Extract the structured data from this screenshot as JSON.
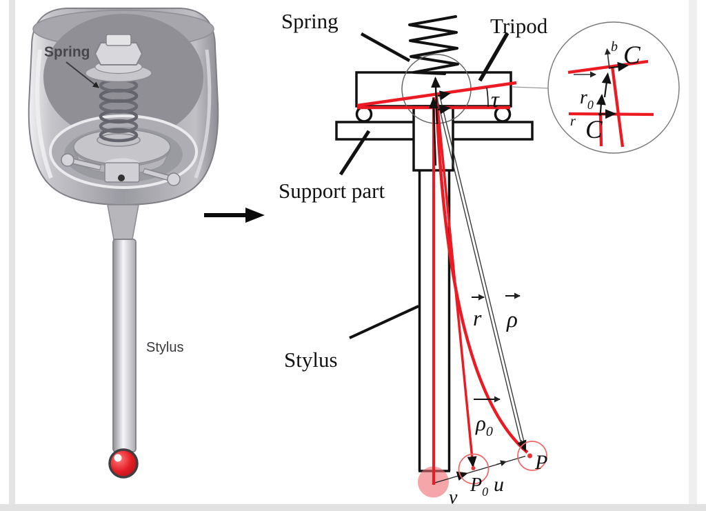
{
  "figure": {
    "left_panel": {
      "spring_label": "Spring",
      "stylus_label": "Stylus"
    },
    "right_panel": {
      "spring_label": "Spring",
      "tripod_label": "Tripod",
      "support_label": "Support part",
      "stylus_label": "Stylus",
      "tau_label": "τ",
      "r_label": "r",
      "rho_label": "ρ",
      "rho0_base": "ρ",
      "rho0_sub": "0",
      "p0_base": "P",
      "p0_sub": "0",
      "u_label": "u",
      "p_label": "P",
      "v_label": "v"
    },
    "inset": {
      "b_label": "b",
      "c_upper_label": "C",
      "r0_base": "r",
      "r0_sub": "0",
      "r_label": "r",
      "c_lower_label": "C"
    },
    "colors": {
      "vector_red": "#ec1b23",
      "contact_ball_pink": "#ee6a70",
      "stylus_tip_red": "#e8262e",
      "line_black": "#111111"
    }
  }
}
